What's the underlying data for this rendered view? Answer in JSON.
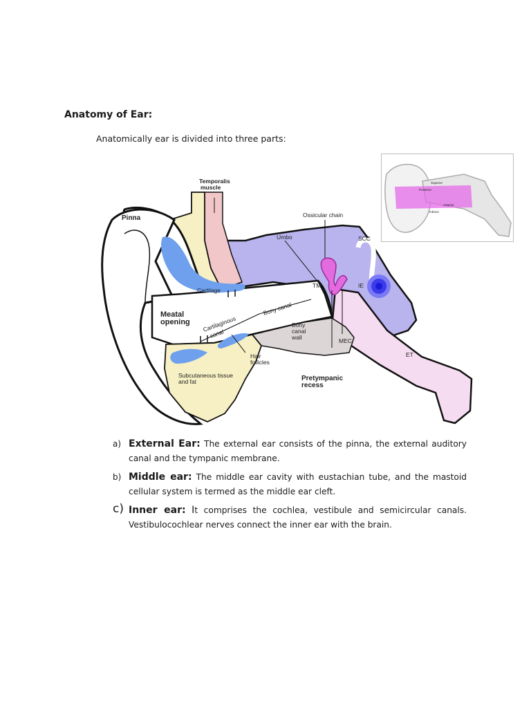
{
  "document": {
    "heading": "Anatomy of Ear:",
    "intro": "Anatomically ear is divided into three parts:"
  },
  "figure": {
    "labels": {
      "temporalis_1": "Temporalis",
      "temporalis_2": "muscle",
      "pinna": "Pinna",
      "ossicular_chain": "Ossicular chain",
      "umbo": "Umbo",
      "scc": "SCC",
      "cartilage": "Cartilage",
      "tm": "TM",
      "ie": "IE",
      "meatal_1": "Meatal",
      "meatal_2": "opening",
      "bony_canal": "Bony canal",
      "cartilaginous_1": "Cartilaginous",
      "cartilaginous_2": "canal",
      "bony_canal_wall_1": "Bony",
      "bony_canal_wall_2": "canal",
      "bony_canal_wall_3": "wall",
      "mec": "MEC",
      "et": "ET",
      "hair_1": "Hair",
      "hair_2": "follicles",
      "subcut_1": "Subcutaneous tissue",
      "subcut_2": "and fat",
      "pretympanic_1": "Pretympanic",
      "pretympanic_2": "recess"
    },
    "inset_labels": {
      "superior": "Superior",
      "posterior": "Posterior",
      "anterior": "Anterior",
      "inferior": "Inferior"
    }
  },
  "items": [
    {
      "marker": "a)",
      "term": "External Ear",
      "colon": ":",
      "text": "The external ear consists of the pinna, the external auditory canal and the tympanic membrane."
    },
    {
      "marker": "b)",
      "term": "Middle ear",
      "colon": ":",
      "text": "The middle ear cavity with eustachian tube, and the mastoid cellular system is termed as the middle ear cleft."
    },
    {
      "marker": "c)",
      "term": "Inner ear",
      "colon": ":",
      "lead": "I",
      "text": "t comprises the cochlea, vestibule and semicircular canals. Vestibulocochlear nerves connect the inner ear with the brain."
    }
  ],
  "colors": {
    "cartilage_yellow": "#f7f0c4",
    "cartilage_blue": "#6fa0ee",
    "temporal_bone": "#b9b4ee",
    "muscle_pink": "#f2c7c9",
    "ossicle_magenta": "#e36be0",
    "eustachian_pink": "#f6dcf0",
    "bony_wall_grey": "#dcd7d6"
  }
}
